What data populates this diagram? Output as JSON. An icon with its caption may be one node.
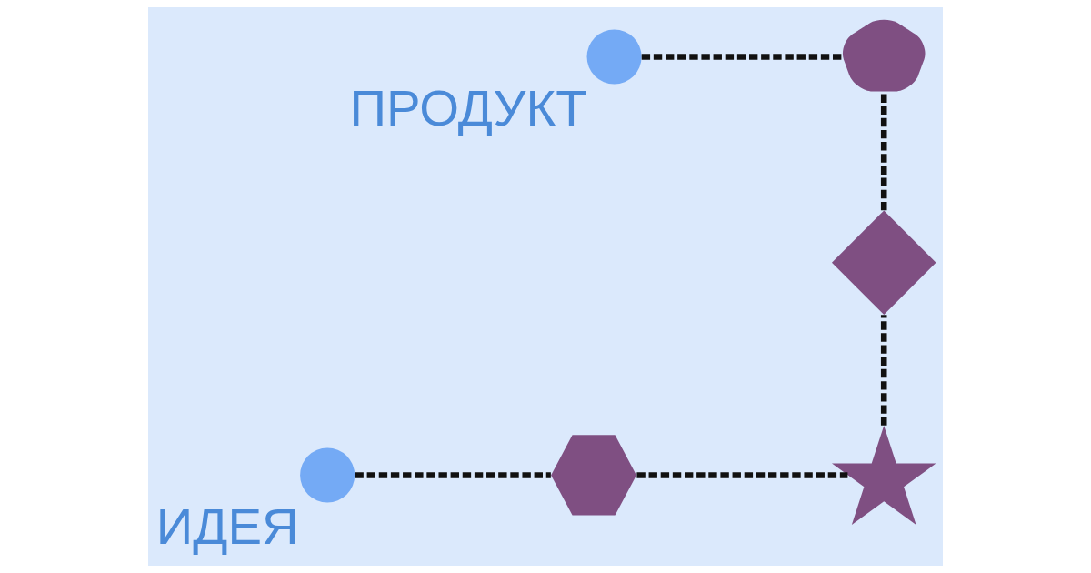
{
  "diagram": {
    "nodes": [
      {
        "text": [],
        "shape": "circle",
        "beside": [
          "ПРОДУКТ"
        ]
      },
      {
        "text": [],
        "shape": "flower"
      },
      {
        "text": [],
        "shape": "star"
      },
      {
        "text": [],
        "shape": "hexagon"
      },
      {
        "text": [],
        "shape": "burst"
      },
      {
        "text": [],
        "shape": "circle",
        "beside": [
          "ИДЕЯ"
        ]
      }
    ],
    "edges": [
      {
        "from": 5,
        "to": 3,
        "arrow": "none",
        "style": "dashed"
      },
      {
        "from": 3,
        "to": 4,
        "arrow": "none",
        "style": "dashed"
      },
      {
        "from": 4,
        "to": 2,
        "arrow": "none",
        "style": "dashed"
      },
      {
        "from": 2,
        "to": 1,
        "arrow": "none",
        "style": "dashed"
      },
      {
        "from": 0,
        "to": 1,
        "arrow": "none",
        "style": "dashed"
      }
    ]
  }
}
